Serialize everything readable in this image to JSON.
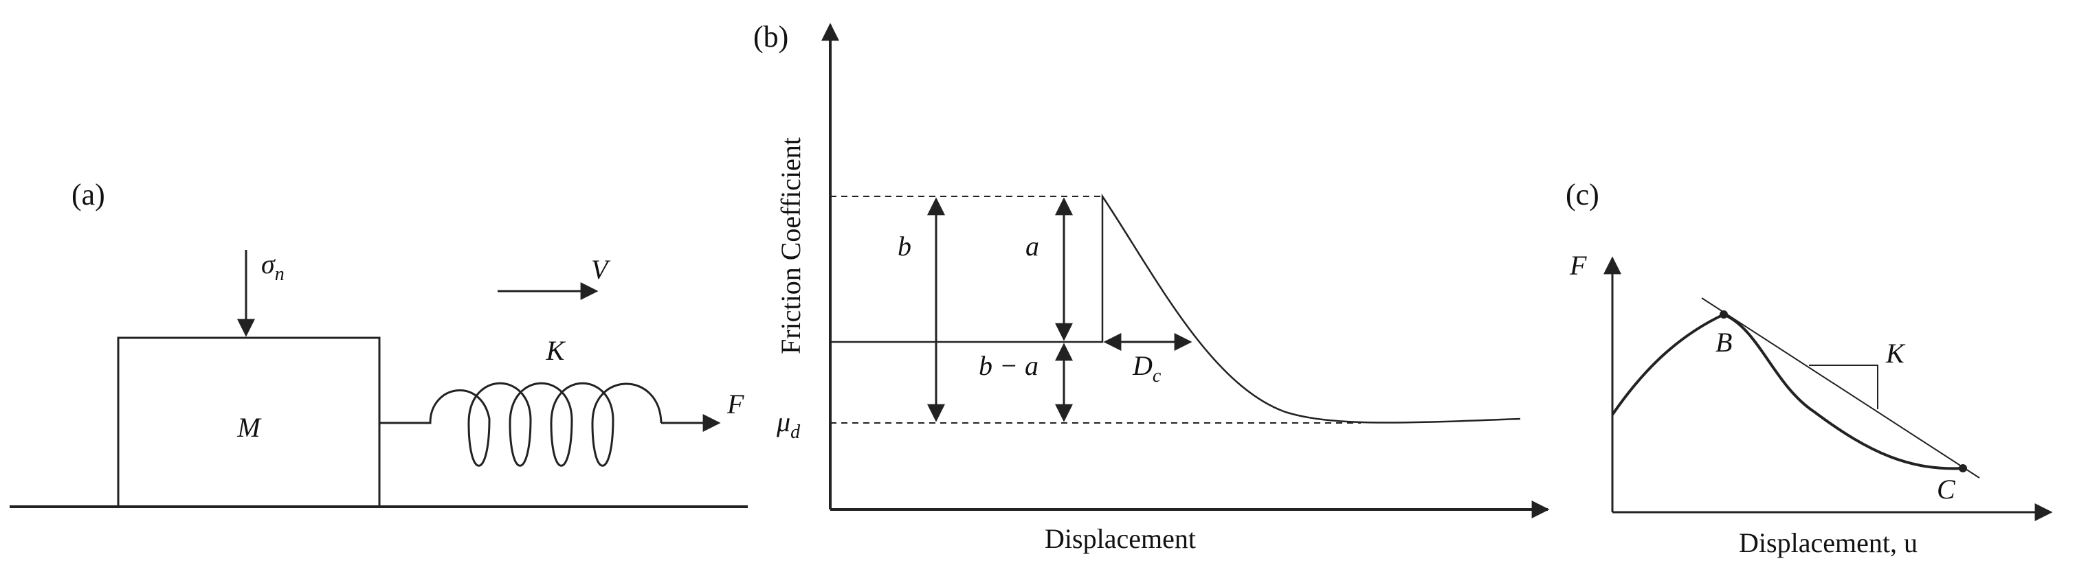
{
  "colors": {
    "ink": "#222222",
    "background": "#ffffff"
  },
  "panel_a": {
    "label": "(a)",
    "normal_stress": "σn",
    "mass": "M",
    "velocity": "V",
    "stiffness": "K",
    "force": "F"
  },
  "panel_b": {
    "label": "(b)",
    "ylabel": "Friction Coefficient",
    "xlabel": "Displacement",
    "b": "b",
    "a": "a",
    "b_minus_a": "b − a",
    "dc": "Dc",
    "mu_d": "μd"
  },
  "panel_c": {
    "label": "(c)",
    "yaxis": "F",
    "xlabel": "Displacement, u",
    "point_b": "B",
    "point_c": "C",
    "stiffness": "K"
  }
}
